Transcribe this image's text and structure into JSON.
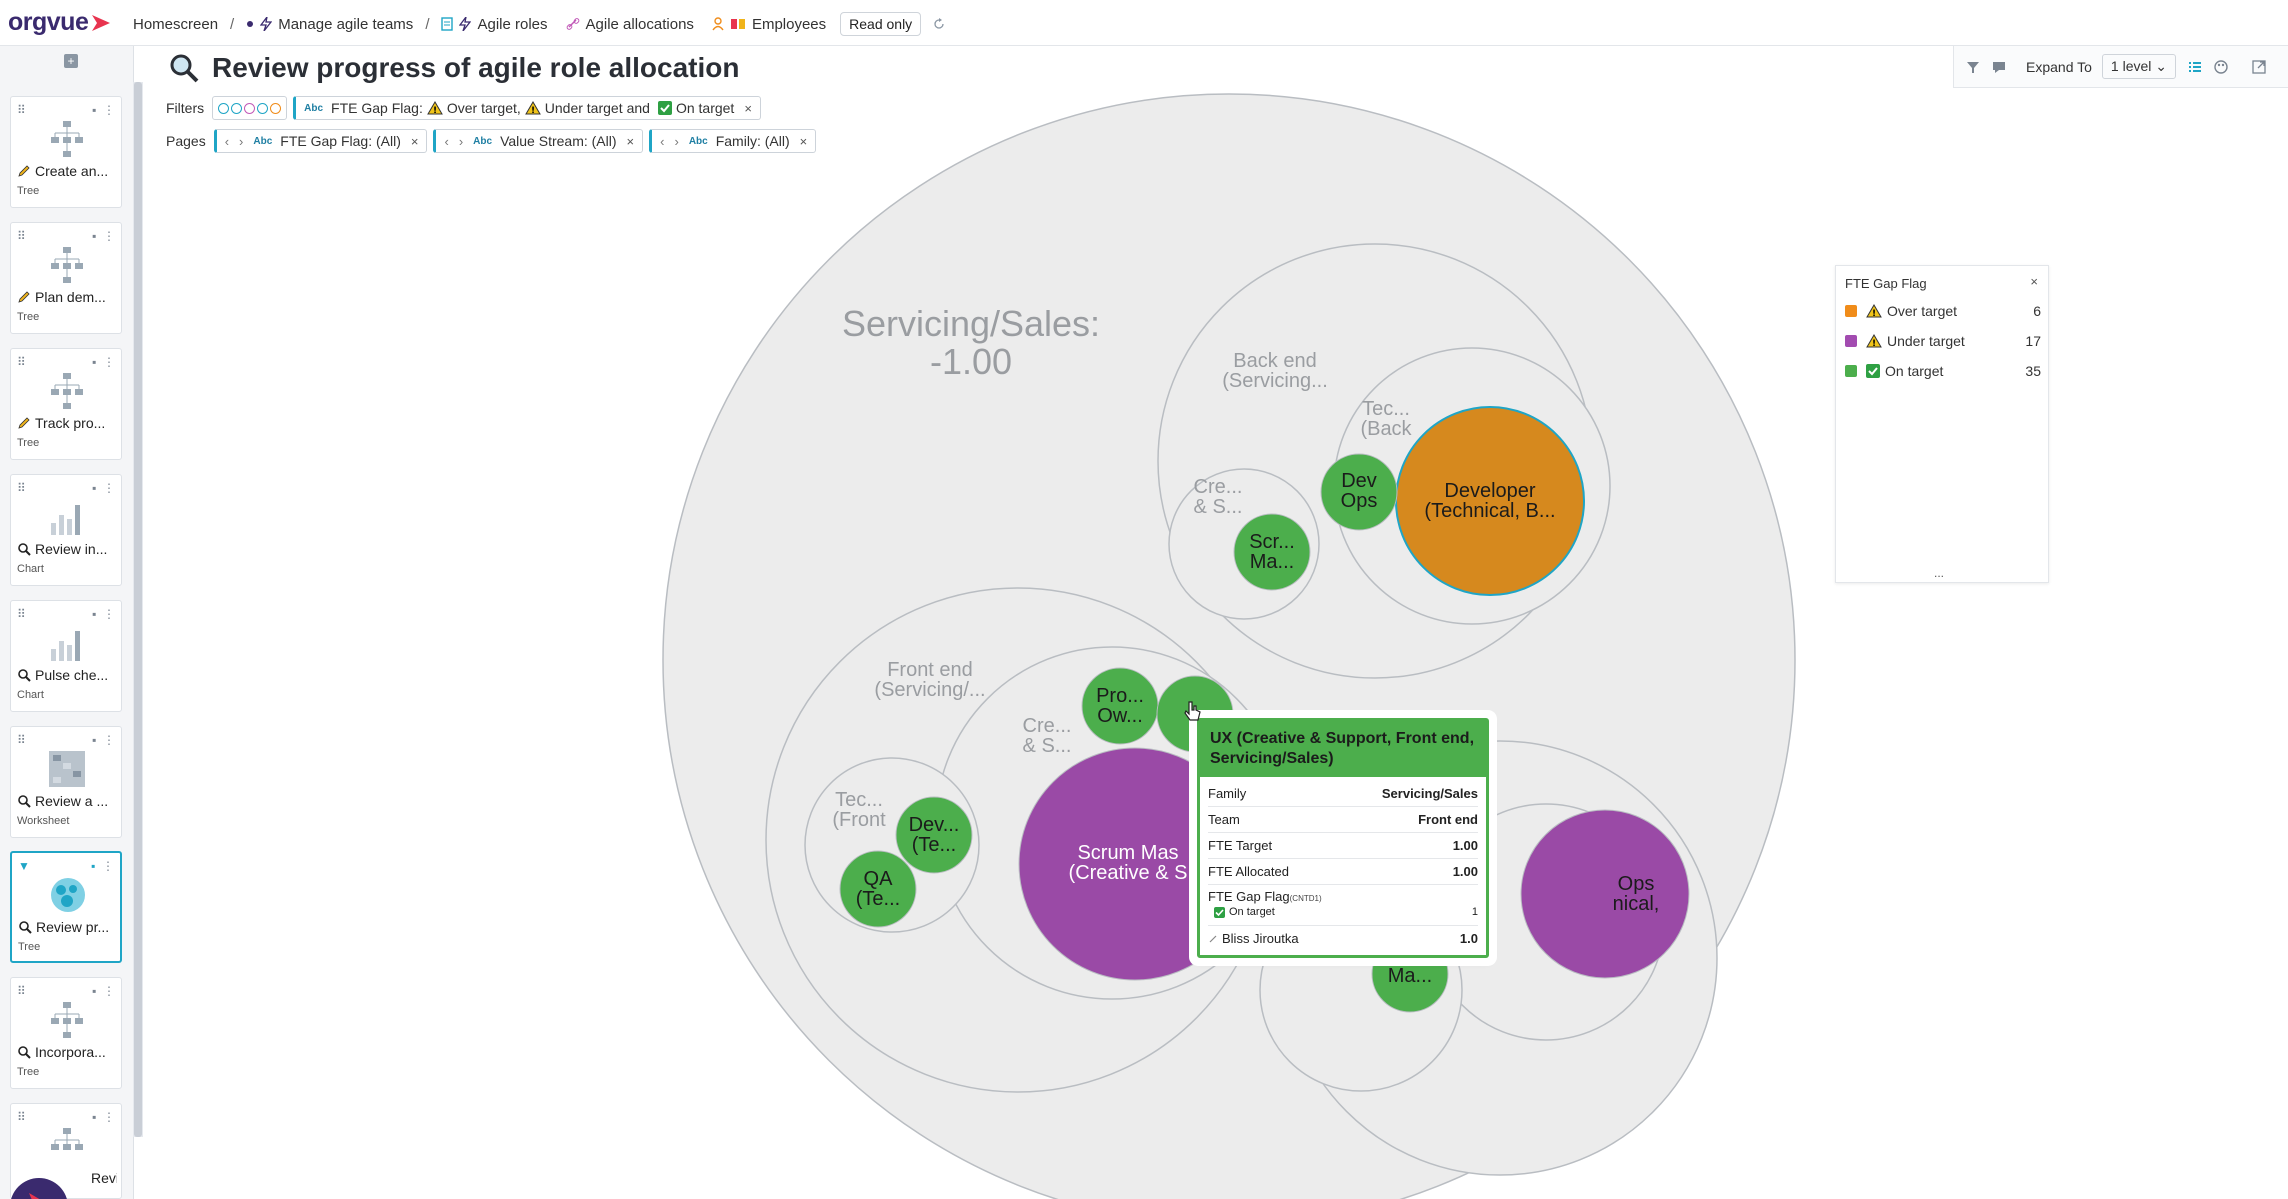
{
  "app": {
    "logo_text": "orgvue"
  },
  "breadcrumbs": {
    "home": "Homescreen",
    "project": "Manage agile teams",
    "tabs": [
      "Agile roles",
      "Agile allocations",
      "Employees"
    ],
    "read_only": "Read only"
  },
  "page": {
    "title": "Review progress of agile role allocation"
  },
  "filters": {
    "label": "Filters",
    "field": "FTE Gap Flag:",
    "values": [
      "Over target,",
      "Under target",
      "and",
      "On target"
    ]
  },
  "pages": {
    "label": "Pages",
    "chips": [
      "FTE Gap Flag: (All)",
      "Value Stream: (All)",
      "Family: (All)"
    ],
    "type_tag": "Abc"
  },
  "toolbar": {
    "expand_label": "Expand To",
    "expand_value": "1 level"
  },
  "sidebar": {
    "cards": [
      {
        "title": "Create an...",
        "type": "Tree",
        "icon": "pencil-icon"
      },
      {
        "title": "Plan dem...",
        "type": "Tree",
        "icon": "pencil-icon"
      },
      {
        "title": "Track pro...",
        "type": "Tree",
        "icon": "pencil-icon"
      },
      {
        "title": "Review in...",
        "type": "Chart",
        "icon": "magnifier-icon"
      },
      {
        "title": "Pulse che...",
        "type": "Chart",
        "icon": "magnifier-icon"
      },
      {
        "title": "Review a ...",
        "type": "Worksheet",
        "icon": "magnifier-icon"
      },
      {
        "title": "Review pr...",
        "type": "Tree",
        "icon": "magnifier-icon"
      },
      {
        "title": "Incorpora...",
        "type": "Tree",
        "icon": "magnifier-icon"
      },
      {
        "title": "Review a...",
        "type": "",
        "icon": "magnifier-icon"
      }
    ]
  },
  "chart": {
    "root_label_1": "Servicing/Sales:",
    "root_label_2": "-1.00",
    "labels": {
      "backend": [
        "Back end",
        "(Servicing..."
      ],
      "tec_back": [
        "Tec...",
        "(Back"
      ],
      "cre_back": [
        "Cre...",
        "& S..."
      ],
      "devops": [
        "Dev",
        "Ops"
      ],
      "developer": [
        "Developer",
        "(Technical, B..."
      ],
      "scr_ma": [
        "Scr...",
        "Ma..."
      ],
      "frontend": [
        "Front end",
        "(Servicing/..."
      ],
      "cre_front": [
        "Cre...",
        "& S..."
      ],
      "tec_front": [
        "Tec...",
        "(Front"
      ],
      "dev_te": [
        "Dev...",
        "(Te..."
      ],
      "qa_te": [
        "QA",
        "(Te..."
      ],
      "pro_ow": [
        "Pro...",
        "Ow..."
      ],
      "scrum_mas": [
        "Scrum Mas",
        "(Creative & S"
      ],
      "ops": [
        "Ops",
        "nical,"
      ],
      "ma_bottom": [
        "Ma..."
      ]
    },
    "colors": {
      "over": "#d6891e",
      "under": "#9a4aa6",
      "on": "#4cae4c",
      "ring": "#b9bdc2",
      "fill": "#ececec"
    }
  },
  "legend": {
    "title": "FTE Gap Flag",
    "items": [
      {
        "label": "Over target",
        "count": "6",
        "color": "#f08c1a",
        "flag": "warning"
      },
      {
        "label": "Under target",
        "count": "17",
        "color": "#a24bb0",
        "flag": "warning"
      },
      {
        "label": "On target",
        "count": "35",
        "color": "#4cae4c",
        "flag": "check"
      }
    ],
    "more": "..."
  },
  "tooltip": {
    "title": "UX (Creative & Support, Front end, Servicing/Sales)",
    "rows": [
      {
        "k": "Family",
        "v": "Servicing/Sales"
      },
      {
        "k": "Team",
        "v": "Front end"
      },
      {
        "k": "FTE Target",
        "v": "1.00"
      },
      {
        "k": "FTE Allocated",
        "v": "1.00"
      }
    ],
    "flag_label": "FTE Gap Flag",
    "flag_suffix": "(CNTD1)",
    "flag_value": "On target",
    "flag_count": "1",
    "person": "Bliss Jiroutka",
    "person_value": "1.0"
  }
}
